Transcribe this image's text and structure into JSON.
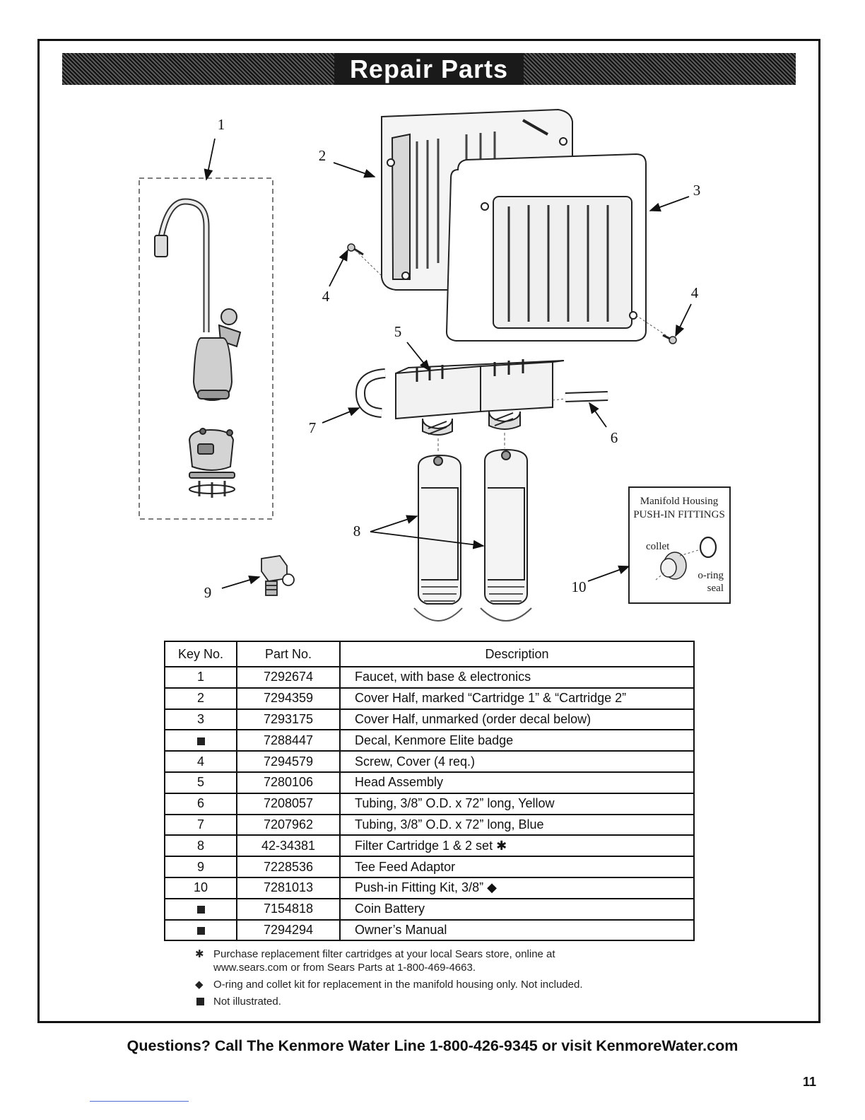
{
  "banner": {
    "title": "Repair Parts"
  },
  "callouts": {
    "k1": "1",
    "k2": "2",
    "k3": "3",
    "k4a": "4",
    "k4b": "4",
    "k5": "5",
    "k6": "6",
    "k7": "7",
    "k8": "8",
    "k9": "9",
    "k10": "10"
  },
  "inset": {
    "title_line1": "Manifold Housing",
    "title_line2": "PUSH-IN FITTINGS",
    "collet": "collet",
    "oring_line1": "o-ring",
    "oring_line2": "seal"
  },
  "table": {
    "headers": {
      "key": "Key No.",
      "part": "Part No.",
      "desc": "Description"
    },
    "rows": [
      {
        "key": "1",
        "part": "7292674",
        "desc": "Faucet, with base & electronics"
      },
      {
        "key": "2",
        "part": "7294359",
        "desc": "Cover Half, marked “Cartridge 1” & “Cartridge 2”"
      },
      {
        "key": "3",
        "part": "7293175",
        "desc": "Cover Half, unmarked (order decal below)"
      },
      {
        "key": "",
        "part": "7288447",
        "desc": "Decal, Kenmore Elite badge"
      },
      {
        "key": "4",
        "part": "7294579",
        "desc": "Screw, Cover (4 req.)"
      },
      {
        "key": "5",
        "part": "7280106",
        "desc": "Head Assembly"
      },
      {
        "key": "6",
        "part": "7208057",
        "desc": "Tubing, 3/8” O.D. x 72” long, Yellow"
      },
      {
        "key": "7",
        "part": "7207962",
        "desc": "Tubing, 3/8” O.D. x 72” long, Blue"
      },
      {
        "key": "8",
        "part": "42-34381",
        "desc": "Filter Cartridge 1 & 2 set ✱"
      },
      {
        "key": "9",
        "part": "7228536",
        "desc": "Tee Feed Adaptor"
      },
      {
        "key": "10",
        "part": "7281013",
        "desc": "Push-in Fitting Kit, 3/8” ◆"
      },
      {
        "key": "",
        "part": "7154818",
        "desc": "Coin Battery"
      },
      {
        "key": "",
        "part": "7294294",
        "desc": "Owner’s Manual"
      }
    ]
  },
  "notes": {
    "asterisk_symbol": "✱",
    "asterisk_line1": "Purchase replacement filter cartridges at your local Sears store, online at",
    "asterisk_line2": "www.sears.com or from Sears Parts at 1-800-469-4663.",
    "diamond_symbol": "◆",
    "diamond_text": "O-ring and collet kit for replacement in the manifold housing only.  Not included.",
    "square_text": "Not illustrated."
  },
  "footer": {
    "cta": "Questions? Call The Kenmore Water Line 1-800-426-9345 or visit KenmoreWater.com",
    "page_number": "11"
  }
}
